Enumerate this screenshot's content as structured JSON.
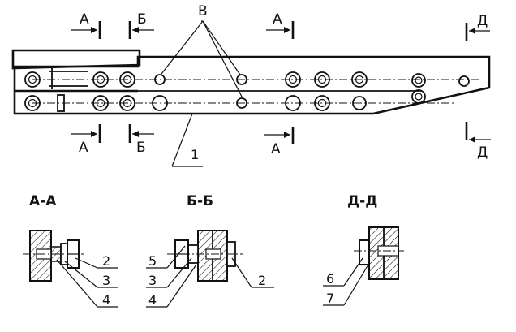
{
  "labels": {
    "cut_a": "А",
    "cut_b": "Б",
    "cut_d": "Д",
    "callout_v": "В",
    "callout_1": "1"
  },
  "sections": {
    "aa": {
      "title": "А-А",
      "parts": [
        "2",
        "3",
        "4"
      ]
    },
    "bb": {
      "title": "Б-Б",
      "parts_left": [
        "5",
        "3",
        "4"
      ],
      "parts_right": [
        "2"
      ]
    },
    "dd": {
      "title": "Д-Д",
      "parts": [
        "6",
        "7"
      ]
    }
  }
}
